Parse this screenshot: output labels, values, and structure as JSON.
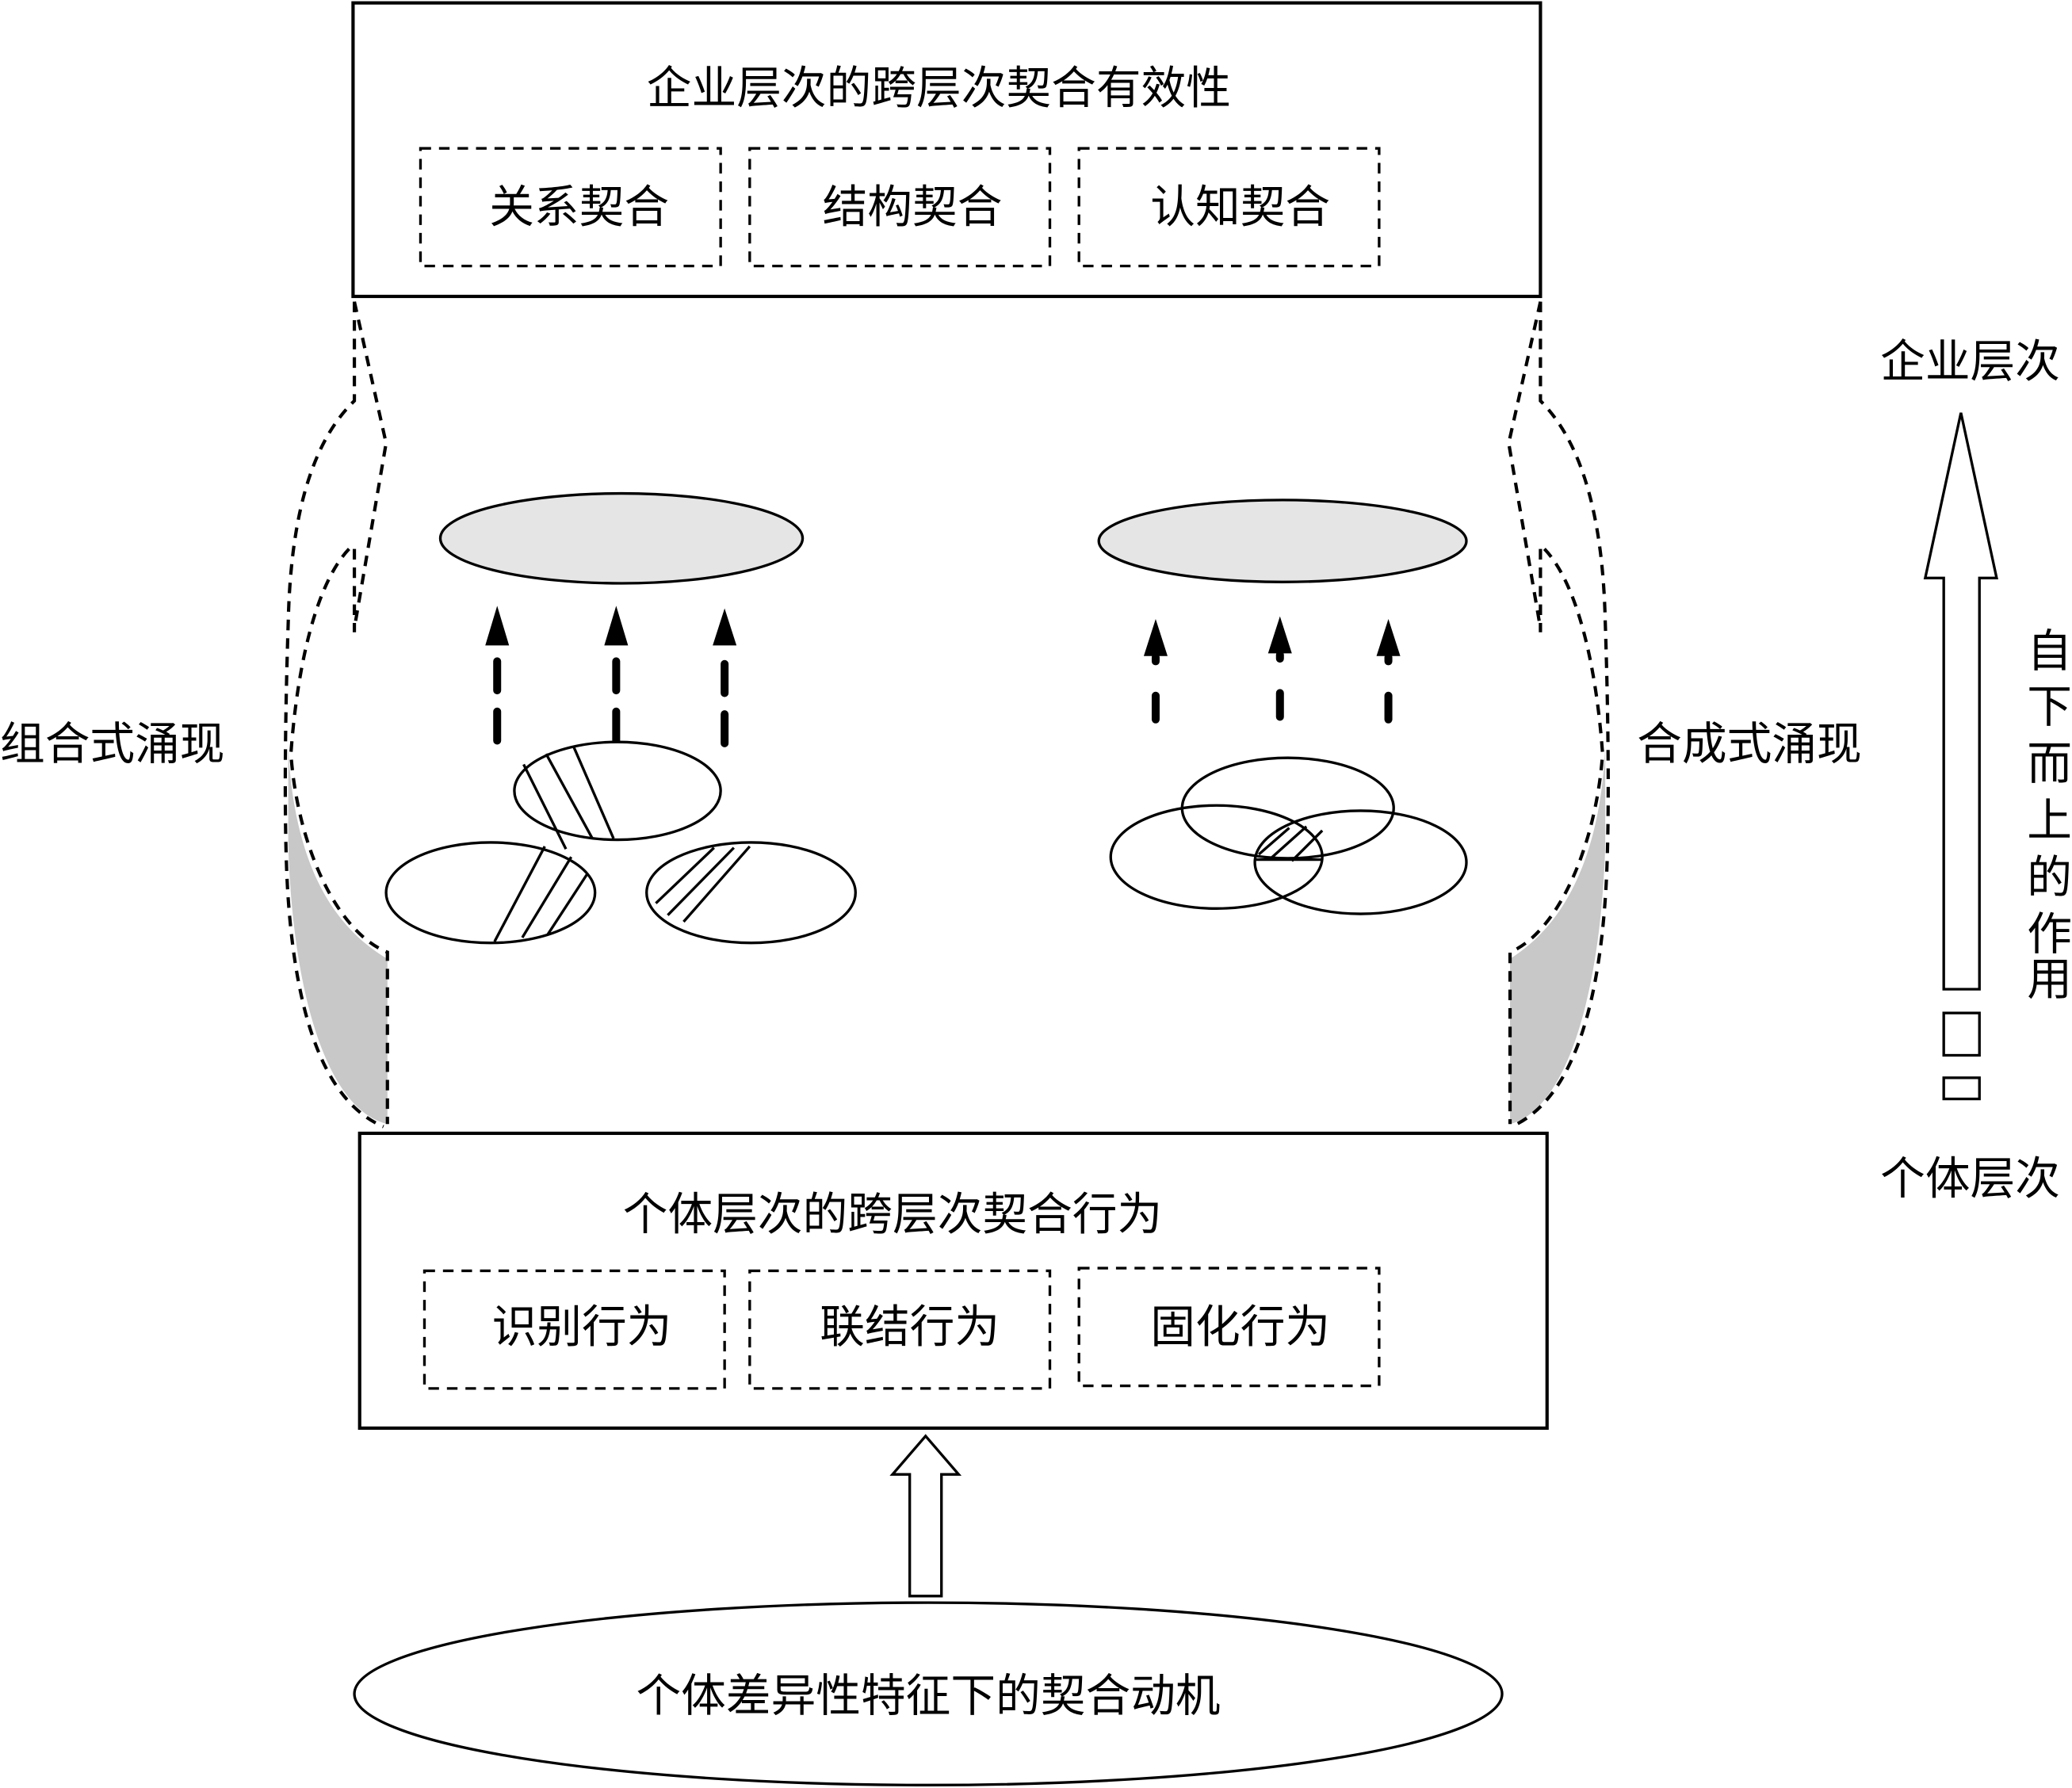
{
  "top_box": {
    "title": "企业层次的跨层次契合有效性",
    "items": [
      "关系契合",
      "结构契合",
      "认知契合"
    ]
  },
  "bottom_box": {
    "title": "个体层次的跨层次契合行为",
    "items": [
      "识别行为",
      "联结行为",
      "固化行为"
    ]
  },
  "base_ellipse": {
    "label": "个体差异性特征下的契合动机"
  },
  "left_label": "组合式涌现",
  "right_label": "合成式涌现",
  "level_axis": {
    "top_label": "企业层次",
    "bottom_label": "个体层次",
    "vertical_label": [
      "自",
      "下",
      "而",
      "上",
      "的",
      "作",
      "用"
    ]
  },
  "colors": {
    "stroke": "#000000",
    "emergent_fill": "#e6e5e6",
    "funnel_fill": "#c8c8c9",
    "background": "#ffffff"
  }
}
